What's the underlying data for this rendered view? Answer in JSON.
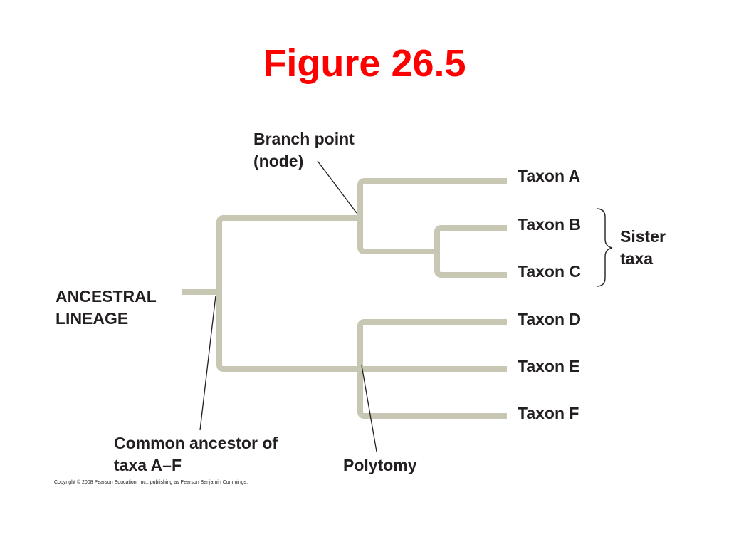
{
  "title": "Figure 26.5",
  "colors": {
    "title": "#ff0000",
    "branch": "#c7c7b4",
    "text": "#231f20"
  },
  "labels": {
    "branch_point_line1": "Branch point",
    "branch_point_line2": "(node)",
    "ancestral_line1": "ANCESTRAL",
    "ancestral_line2": "LINEAGE",
    "common_ancestor_line1": "Common ancestor of",
    "common_ancestor_line2": "taxa A–F",
    "polytomy": "Polytomy",
    "sister_line1": "Sister",
    "sister_line2": "taxa"
  },
  "taxa": [
    "Taxon A",
    "Taxon B",
    "Taxon C",
    "Taxon D",
    "Taxon E",
    "Taxon F"
  ],
  "copyright": "Copyright © 2008 Pearson Education, Inc., publishing as Pearson Benjamin Cummings."
}
